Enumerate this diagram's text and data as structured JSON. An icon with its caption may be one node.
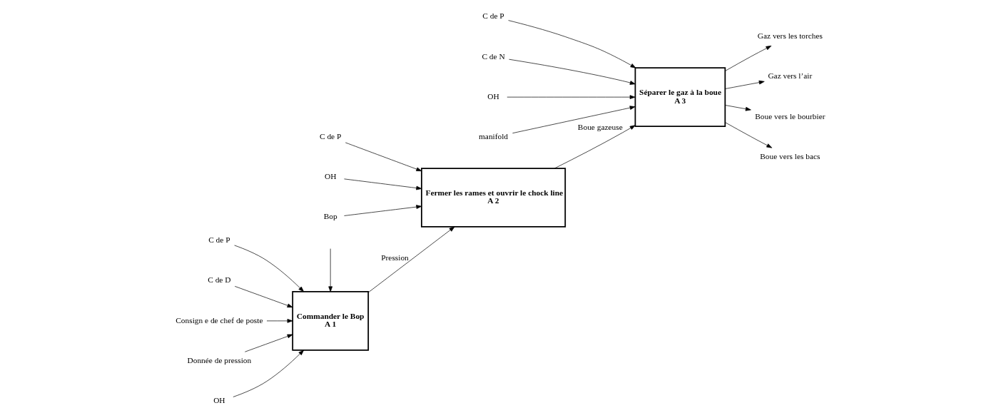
{
  "diagram": {
    "nodes": [
      {
        "text": [
          "Commander le Bop",
          "A 1"
        ]
      },
      {
        "text": [
          "Fermer les rames et ouvrir le chock line",
          "A 2"
        ]
      },
      {
        "text": [
          "Séparer le gaz à la boue",
          "A 3"
        ]
      },
      {
        "text": [
          "C de P"
        ]
      },
      {
        "text": [
          "C de D"
        ]
      },
      {
        "text": [
          "Consign e de chef de poste"
        ]
      },
      {
        "text": [
          "Donnée de pression"
        ]
      },
      {
        "text": [
          "OH"
        ]
      },
      {
        "text": [
          "C de P"
        ]
      },
      {
        "text": [
          "OH"
        ]
      },
      {
        "text": [
          "Bop"
        ]
      },
      {
        "text": [
          "C de P"
        ]
      },
      {
        "text": [
          "C de N"
        ]
      },
      {
        "text": [
          "OH"
        ]
      },
      {
        "text": [
          "manifold"
        ]
      },
      {
        "text": [
          "Gaz vers les torches"
        ]
      },
      {
        "text": [
          "Gaz vers l’air"
        ]
      },
      {
        "text": [
          "Boue vers le bourbier"
        ]
      },
      {
        "text": [
          "Boue vers les bacs"
        ]
      }
    ],
    "edges": [
      {
        "from": 3,
        "to": 0,
        "arrow": "to"
      },
      {
        "from": 4,
        "to": 0,
        "arrow": "to"
      },
      {
        "from": 5,
        "to": 0,
        "arrow": "to"
      },
      {
        "from": 6,
        "to": 0,
        "arrow": "to"
      },
      {
        "from": 7,
        "to": 0,
        "arrow": "to"
      },
      {
        "from": null,
        "to": 0,
        "arrow": "to"
      },
      {
        "from": 0,
        "to": 1,
        "arrow": "to",
        "label": "Pression"
      },
      {
        "from": 8,
        "to": 1,
        "arrow": "to"
      },
      {
        "from": 9,
        "to": 1,
        "arrow": "to"
      },
      {
        "from": 10,
        "to": 1,
        "arrow": "to"
      },
      {
        "from": 1,
        "to": 2,
        "arrow": "to",
        "label": "Boue gazeuse"
      },
      {
        "from": 11,
        "to": 2,
        "arrow": "to"
      },
      {
        "from": 12,
        "to": 2,
        "arrow": "to"
      },
      {
        "from": 13,
        "to": 2,
        "arrow": "to"
      },
      {
        "from": 14,
        "to": 2,
        "arrow": "to"
      },
      {
        "from": 2,
        "to": 15,
        "arrow": "to"
      },
      {
        "from": 2,
        "to": 16,
        "arrow": "to"
      },
      {
        "from": 2,
        "to": 17,
        "arrow": "to"
      },
      {
        "from": 2,
        "to": 18,
        "arrow": "to"
      }
    ]
  }
}
